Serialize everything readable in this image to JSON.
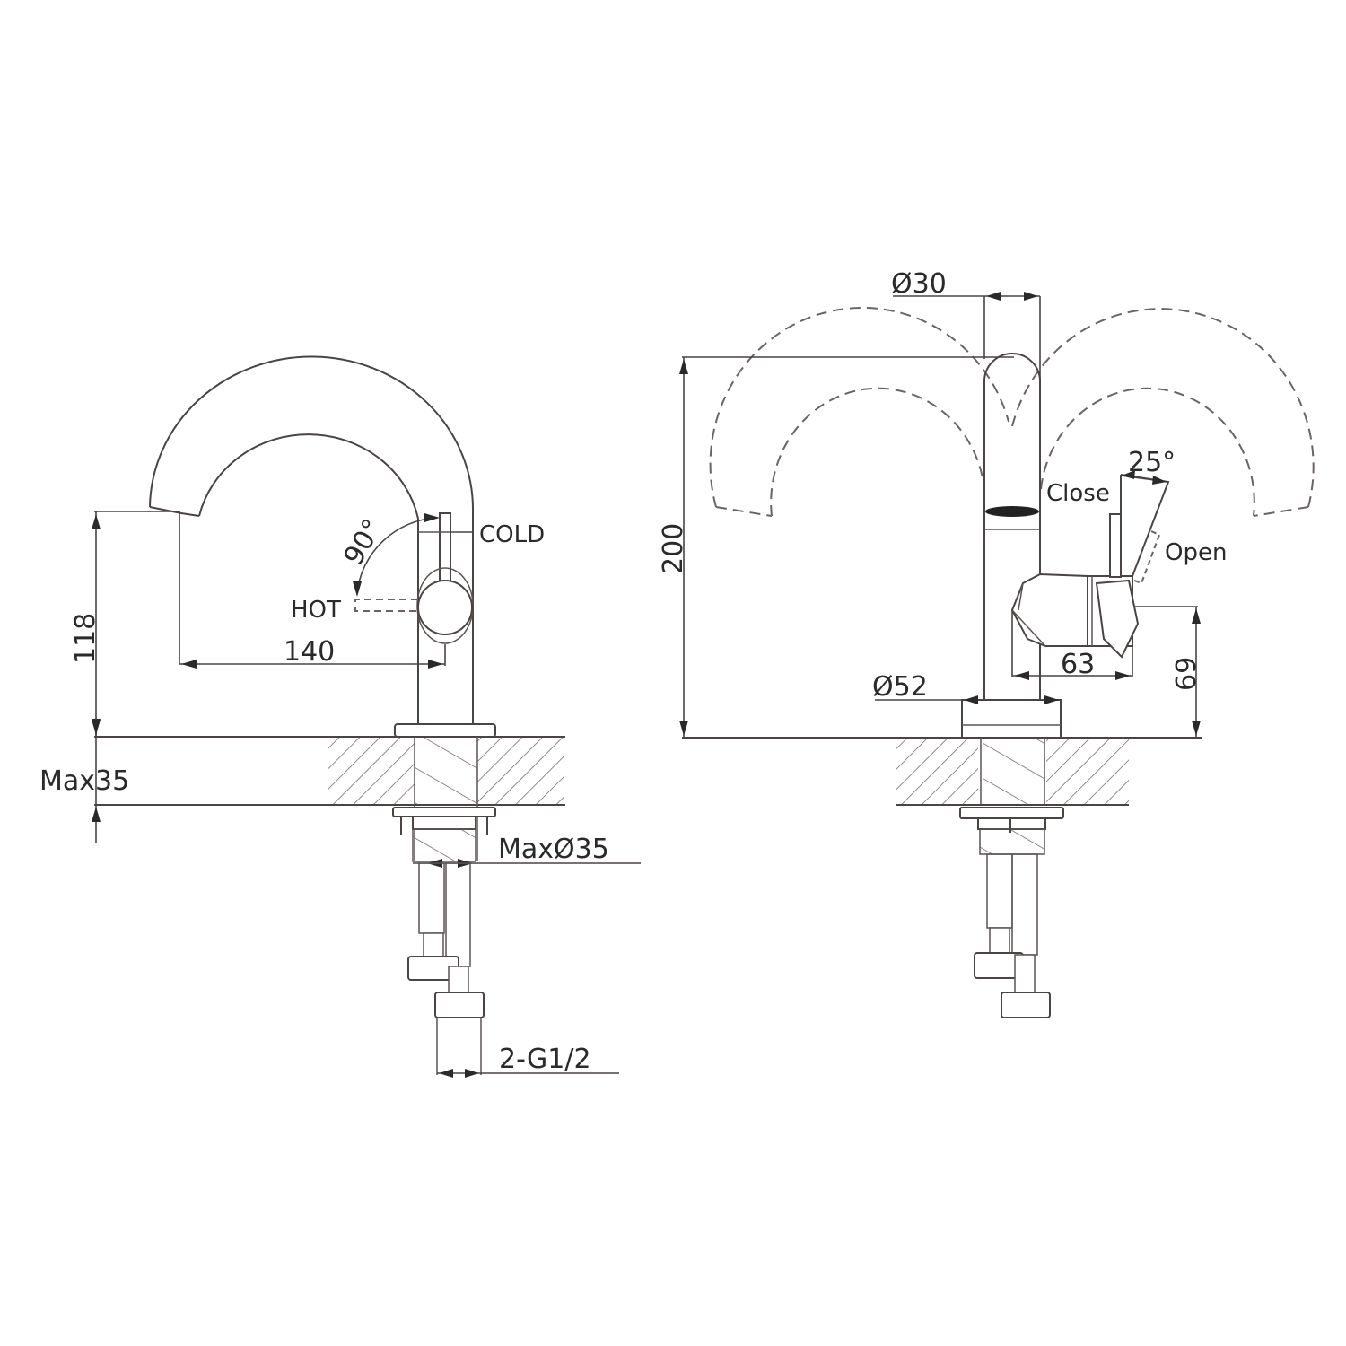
{
  "drawing": {
    "title": "Basin mixer tap technical drawing",
    "colors": {
      "line": "#4a4442",
      "text": "#2a2a2a",
      "background": "#ffffff"
    },
    "side_view": {
      "dim_height_spout": "118",
      "dim_reach": "140",
      "dim_deck_thickness": "Max35",
      "dim_hole_diameter": "MaxØ35",
      "dim_connection": "2-G1/2",
      "label_cold": "COLD",
      "label_hot": "HOT",
      "label_rotation": "90°"
    },
    "front_view": {
      "dim_body_diameter": "Ø30",
      "dim_total_height": "200",
      "dim_base_diameter": "Ø52",
      "dim_handle_reach": "63",
      "dim_handle_height": "69",
      "label_close": "Close",
      "label_open": "Open",
      "label_angle": "25°"
    }
  }
}
